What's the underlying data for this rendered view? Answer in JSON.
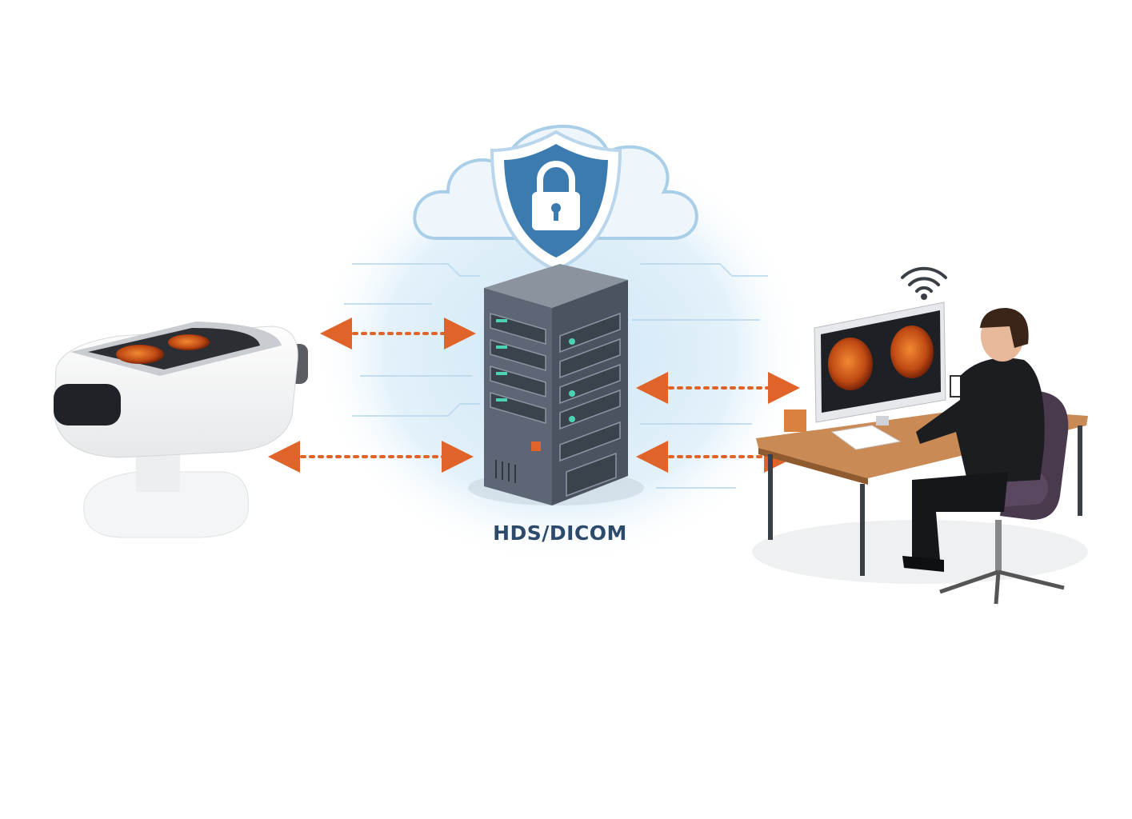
{
  "diagram": {
    "server_label": "HDS/DICOM",
    "colors": {
      "arrow": "#e0642a",
      "shield": "#3b7bb0",
      "server": "#5c6674",
      "glow": "#dceef9",
      "desk": "#c98a55",
      "fundus": "#c8561c",
      "chair": "#4a3a4e"
    },
    "icons": [
      "cloud-icon",
      "shield-lock-icon",
      "server-rack-icon",
      "retinal-camera-device",
      "wifi-icon",
      "doctor-workstation"
    ]
  }
}
